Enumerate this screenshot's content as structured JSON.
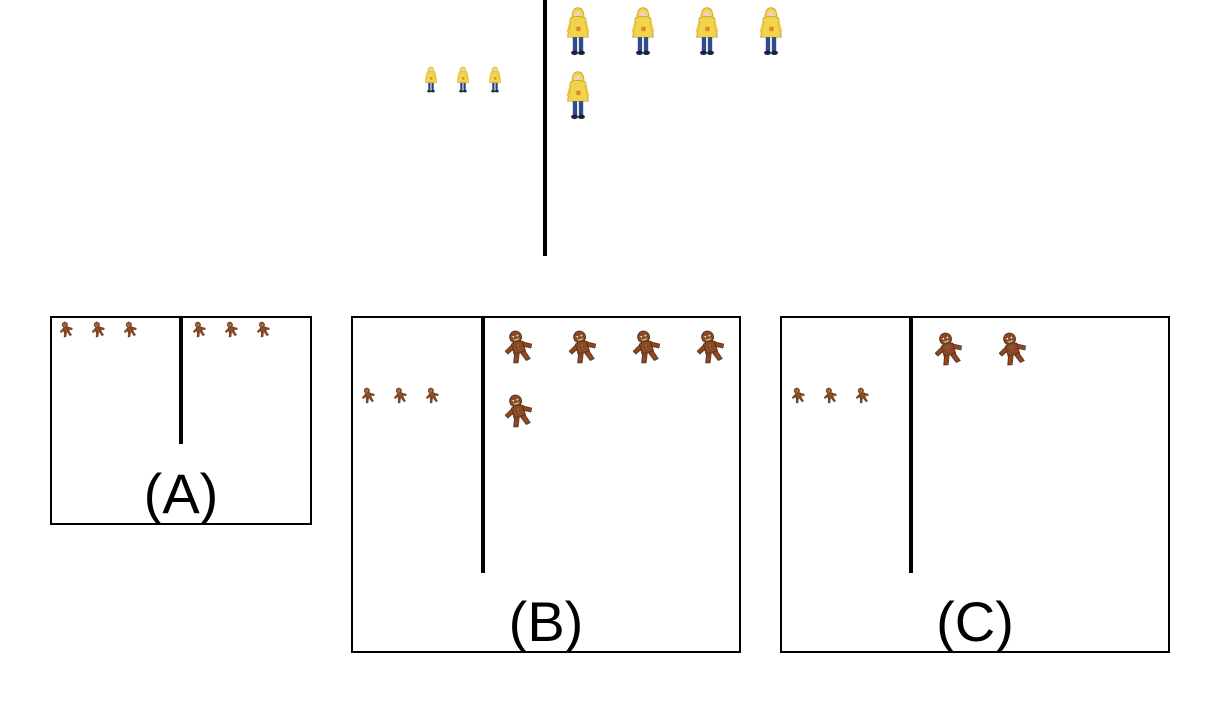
{
  "prompt": {
    "left_group": {
      "icon": "child-in-yellow-raincoat-icon",
      "count": 3,
      "size": "small"
    },
    "right_group": {
      "icon": "child-in-yellow-raincoat-icon",
      "count": 5,
      "size": "large"
    }
  },
  "options": [
    {
      "label": "(A)",
      "left_group": {
        "icon": "gingerbread-man-icon",
        "count": 3,
        "size": "small"
      },
      "right_group": {
        "icon": "gingerbread-man-icon",
        "count": 3,
        "size": "small"
      }
    },
    {
      "label": "(B)",
      "left_group": {
        "icon": "gingerbread-man-icon",
        "count": 3,
        "size": "small"
      },
      "right_group": {
        "icon": "gingerbread-man-icon",
        "count": 5,
        "size": "large"
      }
    },
    {
      "label": "(C)",
      "left_group": {
        "icon": "gingerbread-man-icon",
        "count": 3,
        "size": "small"
      },
      "right_group": {
        "icon": "gingerbread-man-icon",
        "count": 2,
        "size": "large"
      }
    }
  ],
  "colors": {
    "raincoat": "#f2d44a",
    "raincoat_shade": "#d9b52c",
    "pants": "#2e4c8c",
    "gingerbread": "#8a4a25",
    "gingerbread_dark": "#5e2f14",
    "divider": "#000000"
  }
}
